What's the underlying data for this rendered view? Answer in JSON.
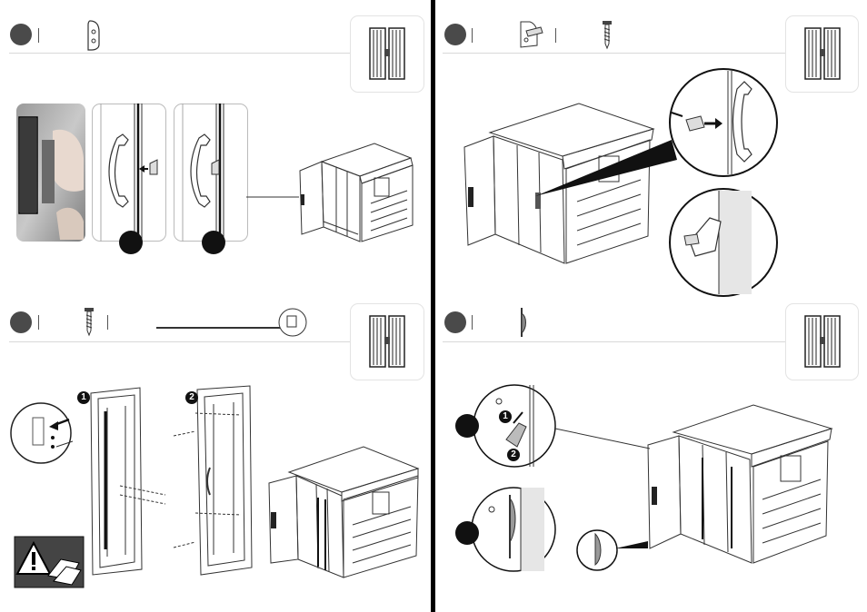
{
  "document": {
    "pages": [
      {
        "side": "left",
        "steps": [
          {
            "position": "top",
            "icons": [
              "door-latch-icon"
            ],
            "callout_numbers": []
          },
          {
            "position": "bottom",
            "icons": [
              "screw-icon",
              "door-rod-icon"
            ],
            "callout_numbers": [
              "1",
              "2"
            ],
            "warning_icons": [
              "warning-triangle-icon",
              "gloves-icon"
            ]
          }
        ]
      },
      {
        "side": "right",
        "steps": [
          {
            "position": "top",
            "icons": [
              "latch-bracket-icon",
              "screw-icon"
            ],
            "callout_numbers": []
          },
          {
            "position": "bottom",
            "icons": [
              "door-stopper-icon"
            ],
            "callout_numbers": [
              "1",
              "2"
            ]
          }
        ]
      }
    ]
  },
  "callouts": {
    "left_bottom_a": "1",
    "left_bottom_b": "2",
    "right_bottom_a": "1",
    "right_bottom_b": "2"
  },
  "colors": {
    "step_circle": "#4a4a4a",
    "divider": "#000000",
    "line_art": "#333333",
    "thumb_border": "#e3e3e3"
  }
}
